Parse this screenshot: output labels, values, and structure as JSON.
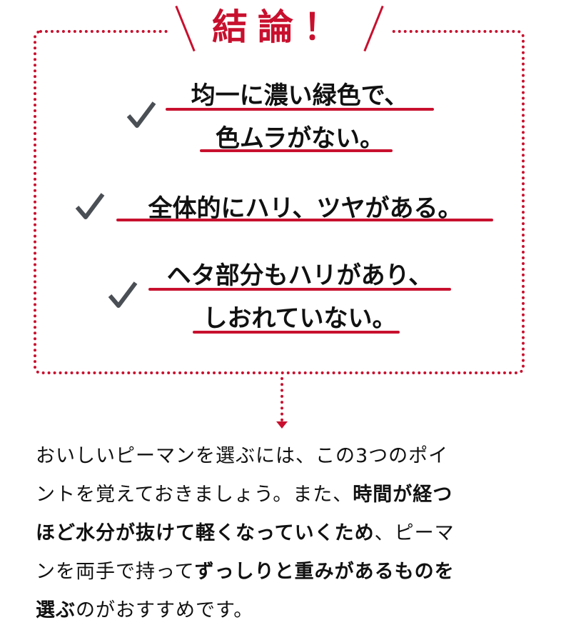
{
  "header": {
    "title": "結論！"
  },
  "points": [
    {
      "lines": [
        "均一に濃い緑色で、",
        "色ムラがない。"
      ]
    },
    {
      "lines": [
        "全体的にハリ、ツヤがある。"
      ]
    },
    {
      "lines": [
        "ヘタ部分もハリがあり、",
        "しおれていない。"
      ]
    }
  ],
  "body": {
    "lines": [
      [
        {
          "t": "おいしいピーマンを選ぶには、この3つのポイ",
          "b": false
        }
      ],
      [
        {
          "t": "ントを覚えておきましょう。また、",
          "b": false
        },
        {
          "t": "時間が経つ",
          "b": true
        }
      ],
      [
        {
          "t": "ほど水分が抜けて軽くなっていくため",
          "b": true
        },
        {
          "t": "、ピーマ",
          "b": false
        }
      ],
      [
        {
          "t": "ンを両手で持って",
          "b": false
        },
        {
          "t": "ずっしりと重みがあるものを",
          "b": true
        }
      ],
      [
        {
          "t": "選ぶ",
          "b": true
        },
        {
          "t": "のがおすすめです。",
          "b": false
        }
      ]
    ]
  },
  "colors": {
    "accent": "#c8102e",
    "check": "#4a4f55"
  }
}
